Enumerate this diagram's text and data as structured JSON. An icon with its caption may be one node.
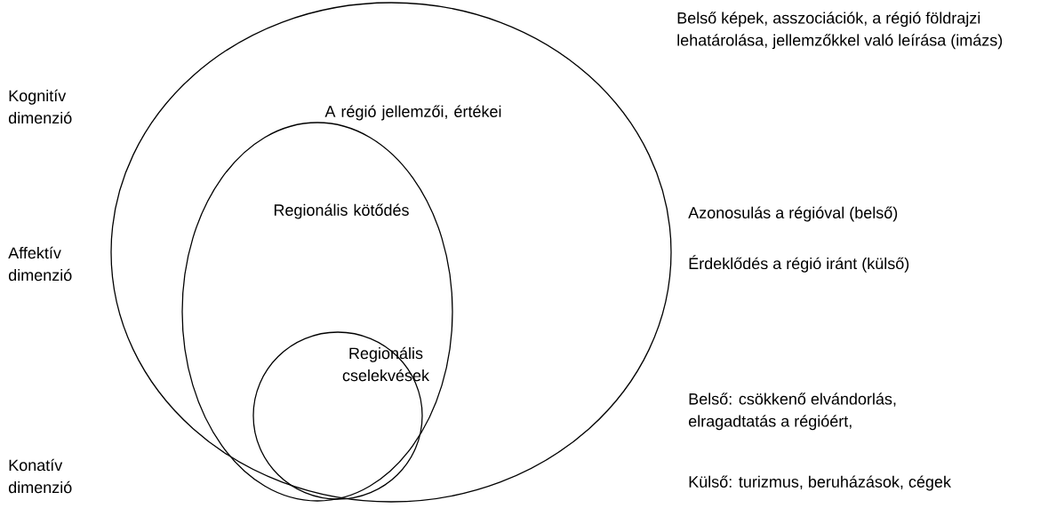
{
  "diagram": {
    "nodes": [
      {
        "text": [
          "A régió jellemzői, értékei"
        ]
      },
      {
        "text": [
          "Regionális kötődés"
        ],
        "in": 0
      },
      {
        "text": [
          "Regionális cselekvések"
        ],
        "in": 1
      }
    ],
    "labels": [
      "Kognitív dimenzió",
      "Belső képek, asszociációk, a régió földrajzi lehatárolása, jellemzőkkel való leírása (imázs)",
      "Affektív dimenzió",
      "Azonosulás a régióval (belső)",
      "Érdeklődés a régió iránt (külső)",
      "Belső: csökkenő elvándorlás, elragadtatás a régióért,",
      "Konatív dimenzió",
      "Külső: turizmus, beruházások, cégek"
    ]
  }
}
